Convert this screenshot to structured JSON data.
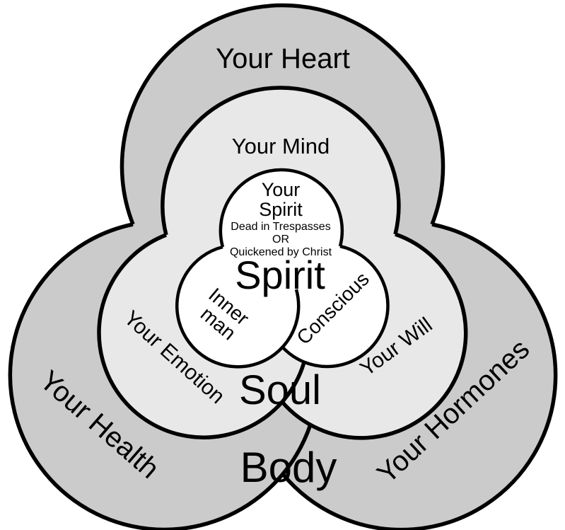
{
  "colors": {
    "outer": "#cbcbcb",
    "middle": "#e8e8e8",
    "inner": "#ffffff",
    "line": "#000000"
  },
  "labels": {
    "outer": {
      "top": "Your Heart",
      "left": "Your Health",
      "right": "Your Hormones",
      "core": "Body"
    },
    "middle": {
      "top": "Your Mind",
      "left": "Your Emotion",
      "right": "Your Will",
      "core": "Soul"
    },
    "inner": {
      "top_line1": "Your",
      "top_line2": "Spirit",
      "sub_line1": "Dead in Trespasses",
      "sub_line2": "OR",
      "sub_line3": "Quickened by Christ",
      "left_line1": "Inner",
      "left_line2": "man",
      "right": "Conscious",
      "core": "Spirit"
    }
  }
}
